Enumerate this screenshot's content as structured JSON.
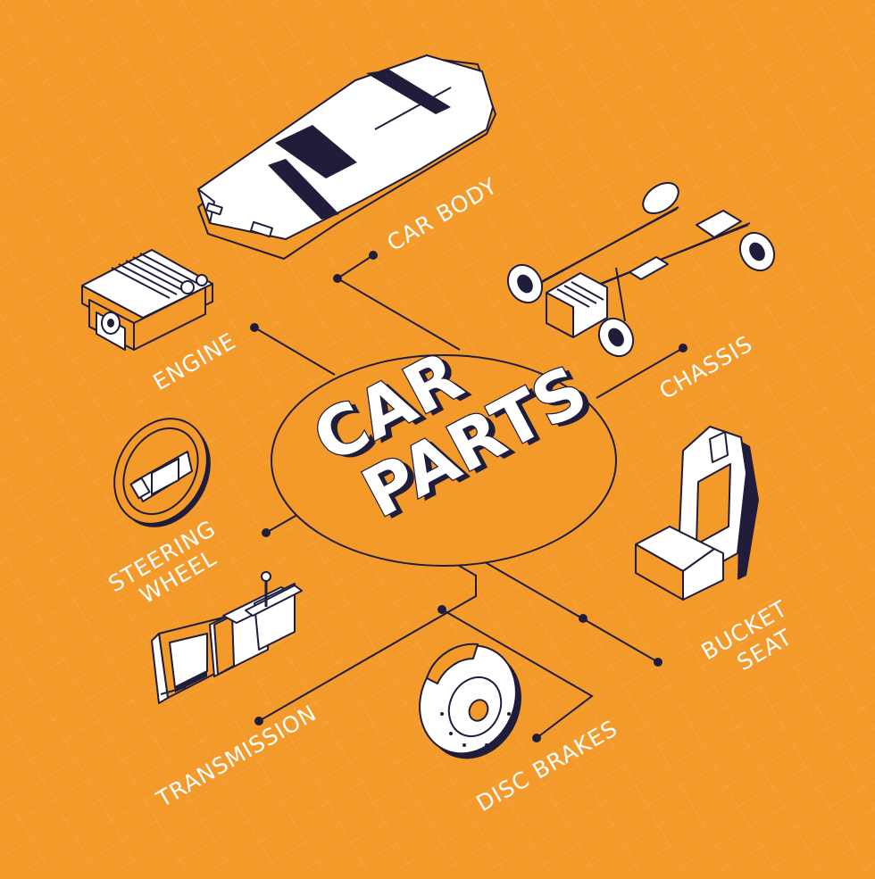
{
  "title": {
    "line1": "CAR",
    "line2": "PARTS"
  },
  "labels": {
    "car_body": "CAR BODY",
    "chassis": "CHASSIS",
    "engine": "ENGINE",
    "steering_wheel_1": "STEERING",
    "steering_wheel_2": "WHEEL",
    "transmission": "TRANSMISSION",
    "disc_brakes": "DISC BRAKES",
    "bucket_seat_1": "BUCKET",
    "bucket_seat_2": "SEAT"
  },
  "colors": {
    "background": "#f39a2b",
    "ink": "#1f1d3a",
    "text": "#ffffff"
  },
  "icons": [
    "car-body-icon",
    "chassis-icon",
    "engine-icon",
    "steering-wheel-icon",
    "transmission-icon",
    "disc-brake-icon",
    "bucket-seat-icon"
  ]
}
